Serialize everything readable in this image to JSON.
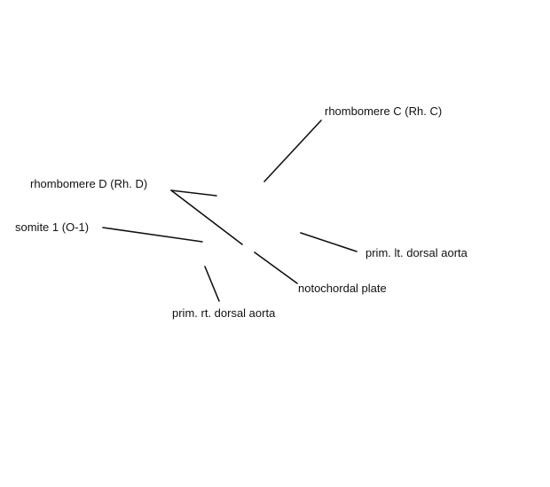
{
  "labels": {
    "rhombomere_c": "rhombomere C (Rh. C)",
    "rhombomere_d": "rhombomere D (Rh. D)",
    "somite_1": "somite 1 (O-1)",
    "prim_lt_dorsal_aorta": "prim. lt. dorsal aorta",
    "notochordal_plate": "notochordal plate",
    "prim_rt_dorsal_aorta": "prim. rt. dorsal aorta"
  },
  "colors": {
    "line": "#111111",
    "text": "#111111",
    "background": "#ffffff"
  }
}
